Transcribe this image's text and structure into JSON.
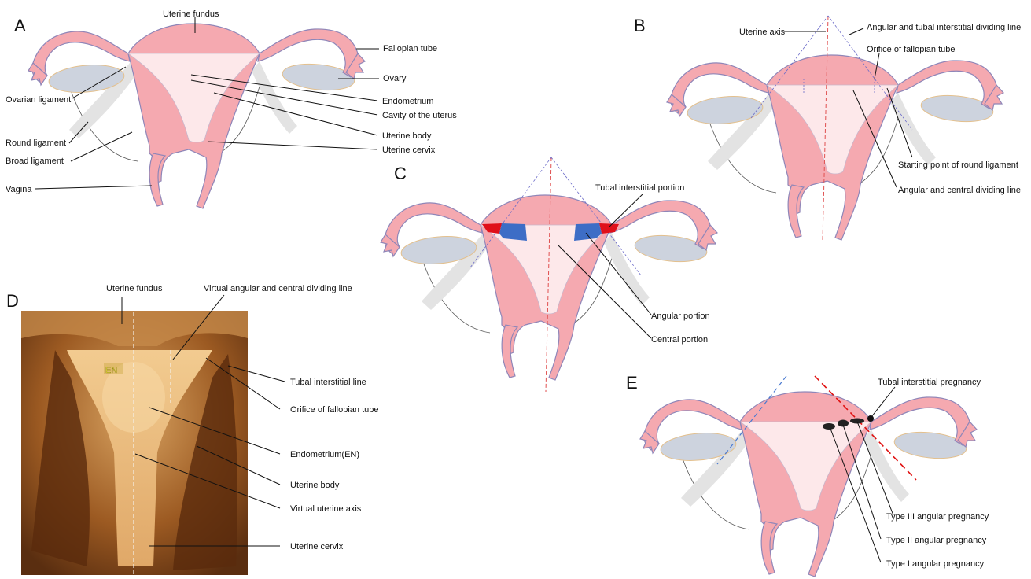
{
  "panels": {
    "a": "A",
    "b": "B",
    "c": "C",
    "d": "D",
    "e": "E"
  },
  "panel_a": {
    "uterine_fundus": "Uterine fundus",
    "fallopian_tube": "Fallopian tube",
    "ovary": "Ovary",
    "ovarian_ligament": "Ovarian ligament",
    "endometrium": "Endometrium",
    "cavity": "Cavity of the uterus",
    "uterine_body": "Uterine  body",
    "round_ligament": "Round ligament",
    "uterine_cervix": "Uterine cervix",
    "broad_ligament": "Broad ligament",
    "vagina": "Vagina"
  },
  "panel_b": {
    "uterine_axis": "Uterine axis",
    "angular_tubal_line": "Angular  and tubal interstitial dividing line",
    "orifice": "Orifice of fallopian tube",
    "round_ligament_start": "Starting point of round ligament",
    "angular_central_line": "Angular and central dividing line"
  },
  "panel_c": {
    "tubal_interstitial_portion": "Tubal interstitial  portion",
    "angular_portion": "Angular portion",
    "central_portion": "Central portion"
  },
  "panel_d": {
    "uterine_fundus": "Uterine fundus",
    "virtual_line": "Virtual angular and central dividing line",
    "en_tag": "EN",
    "tubal_interstitial_line": "Tubal interstitial line",
    "orifice": "Orifice of fallopian tube",
    "endometrium_en": "Endometrium(EN)",
    "uterine_body": "Uterine  body",
    "virtual_axis": "Virtual uterine axis",
    "uterine_cervix": "Uterine cervix"
  },
  "panel_e": {
    "tubal_interstitial_pregnancy": "Tubal interstitial pregnancy",
    "type3": "Type III angular pregnancy",
    "type2": "Type II angular pregnancy",
    "type1": "Type I angular pregnancy"
  },
  "colors": {
    "uterus": "#f5a9b0",
    "cavity": "#fde8ea",
    "ovary": "#cdd3de",
    "tubal_interstitial": "#e0101a",
    "angular": "#3d6dc6",
    "axis_line": "#e05050",
    "dividing_line": "#6a6ac8"
  }
}
